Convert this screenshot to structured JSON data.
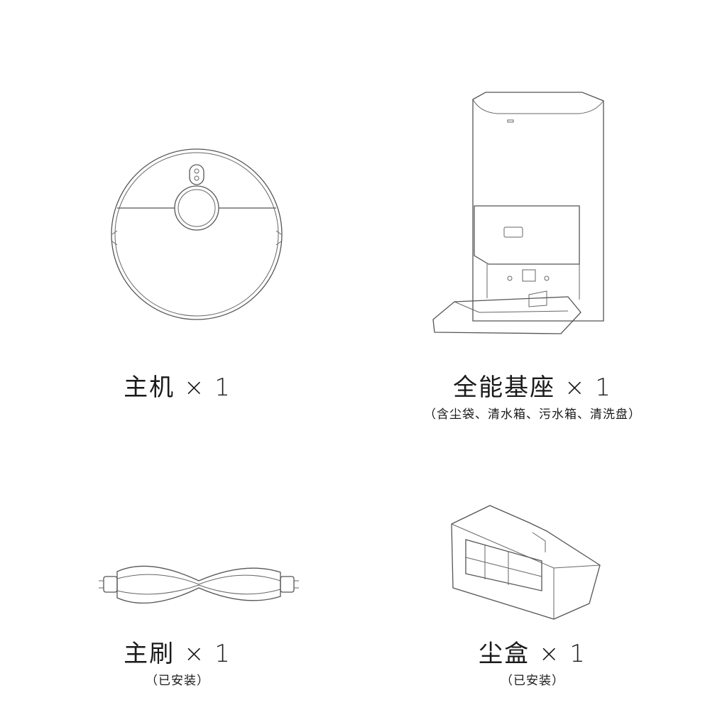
{
  "items": [
    {
      "name": "主机",
      "qty": "× 1",
      "note": ""
    },
    {
      "name": "全能基座",
      "qty": "× 1",
      "note": "（含尘袋、清水箱、污水箱、清洗盘）"
    },
    {
      "name": "主刷",
      "qty": "× 1",
      "note": "（已安装）"
    },
    {
      "name": "尘盒",
      "qty": "× 1",
      "note": "（已安装）"
    }
  ],
  "icons": [
    "robot-vacuum-illustration",
    "base-station-illustration",
    "main-brush-illustration",
    "dust-box-illustration"
  ]
}
